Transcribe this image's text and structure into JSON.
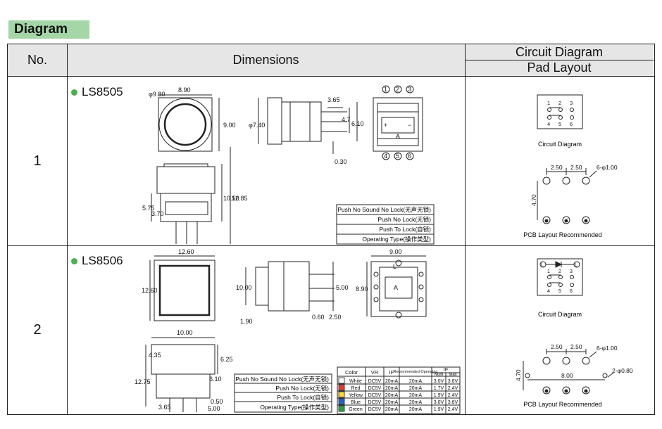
{
  "section_badge": "Diagram",
  "headers": {
    "no": "No.",
    "dimensions": "Dimensions",
    "circuit_diagram": "Circuit Diagram",
    "pad_layout": "Pad Layout"
  },
  "rows": [
    {
      "no": "1",
      "model": "LS8505",
      "dims": {
        "phi_980": "φ9.80",
        "d_890": "8.90",
        "d_900": "9.00",
        "phi_740": "φ7.40",
        "d_365": "3.65",
        "d_47": "4.7",
        "d_610": "6.10",
        "d_030": "0.30",
        "d_575": "5.75",
        "d_370": "3.70",
        "d_1050": "10.50",
        "d_1285": "12.85",
        "pin_1": "1",
        "pin_2": "2",
        "pin_3": "3",
        "pin_4": "4",
        "pin_5": "5",
        "pin_6": "6",
        "plus": "+",
        "minus": "−",
        "a_label": "A"
      },
      "operating": [
        "Push No Sound No Lock(无声无锁)",
        "Push No Lock(无锁)",
        "Push To Lock(自锁)",
        "Operating Type(操作类型)"
      ],
      "circuit": {
        "caption": "Circuit Diagram",
        "top_pins": [
          "1",
          "2",
          "3"
        ],
        "bottom_pins": [
          "4",
          "5",
          "6"
        ]
      },
      "pad": {
        "caption": "PCB Layout Recommended",
        "pitch_a": "2.50",
        "pitch_b": "2.50",
        "hole": "6-φ1.00",
        "row_gap": "4.70"
      }
    },
    {
      "no": "2",
      "model": "LS8506",
      "dims": {
        "d_1260": "12.60",
        "d_1260_v": "12.60",
        "d_900": "9.00",
        "d_1000_v": "10.00",
        "d_500": "5.00",
        "d_250": "2.50",
        "d_060": "0.60",
        "d_190": "1.90",
        "d_890": "8.90",
        "d_1000": "10.00",
        "d_435": "4.35",
        "d_625": "6.25",
        "d_1275": "12.75",
        "d_050": "0.50",
        "d_610": "6.10",
        "d_365": "3.65",
        "d_500b": "5.00",
        "l_mark": "L",
        "a_mark": "A"
      },
      "operating": [
        "Push No Sound No Lock(无声无锁)",
        "Push No Lock(无锁)",
        "Push To Lock(自锁)",
        "Operating Type(操作类型)"
      ],
      "led_table": {
        "headers": [
          "Color",
          "VR",
          "IF",
          "Recommended Operating",
          "IF"
        ],
        "sub_headers": [
          "Nom",
          "Max"
        ],
        "rows": [
          {
            "color": "White",
            "swatch": "#ffffff",
            "vr": "DC5V",
            "if": "20mA",
            "rec": "20mA",
            "nom": "3.0V",
            "max": "3.6V"
          },
          {
            "color": "Red",
            "swatch": "#e53935",
            "vr": "DC5V",
            "if": "20mA",
            "rec": "20mA",
            "nom": "1.7V",
            "max": "2.4V"
          },
          {
            "color": "Yellow",
            "swatch": "#fdd835",
            "vr": "DC5V",
            "if": "20mA",
            "rec": "20mA",
            "nom": "1.9V",
            "max": "2.4V"
          },
          {
            "color": "Blue",
            "swatch": "#1e63c4",
            "vr": "DC5V",
            "if": "20mA",
            "rec": "20mA",
            "nom": "3.0V",
            "max": "3.6V"
          },
          {
            "color": "Green",
            "swatch": "#2e9e44",
            "vr": "DC5V",
            "if": "20mA",
            "rec": "20mA",
            "nom": "1.9V",
            "max": "2.4V"
          }
        ]
      },
      "circuit": {
        "caption": "Circuit Diagram",
        "led_left": "L",
        "led_right": "L",
        "top_pins": [
          "1",
          "2",
          "3"
        ],
        "bottom_pins": [
          "4",
          "5",
          "6"
        ]
      },
      "pad": {
        "caption": "PCB Layout Recommended",
        "pitch_a": "2.50",
        "pitch_b": "2.50",
        "hole": "6-φ1.00",
        "row_gap": "4.70",
        "span": "8.00",
        "led_hole": "2-φ0.80"
      }
    }
  ],
  "colors": {
    "badge": "#a5d6a7",
    "header_bg": "#e6e6e6",
    "model_dot": "#4caf50"
  }
}
